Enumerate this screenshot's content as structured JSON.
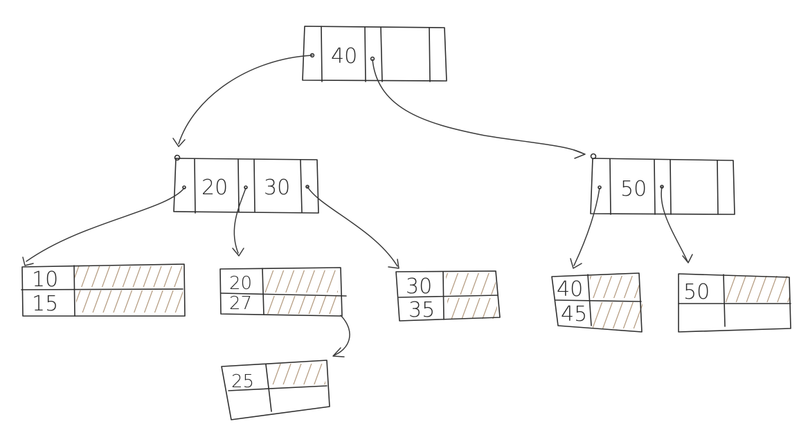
{
  "colors": {
    "ink": "#2f2f2f",
    "hatch": "#a78a6a",
    "background": "#ffffff"
  },
  "root": {
    "keys": [
      "40"
    ]
  },
  "internal_left": {
    "keys": [
      "20",
      "30"
    ]
  },
  "internal_right": {
    "keys": [
      "50"
    ]
  },
  "leaves": {
    "leaf_10": {
      "keys": [
        "10",
        "15"
      ]
    },
    "leaf_20": {
      "keys": [
        "20",
        "27"
      ]
    },
    "leaf_30": {
      "keys": [
        "30",
        "35"
      ]
    },
    "leaf_40": {
      "keys": [
        "40",
        "45"
      ]
    },
    "leaf_50": {
      "keys": [
        "50"
      ]
    },
    "overflow_25": {
      "keys": [
        "25"
      ]
    }
  }
}
